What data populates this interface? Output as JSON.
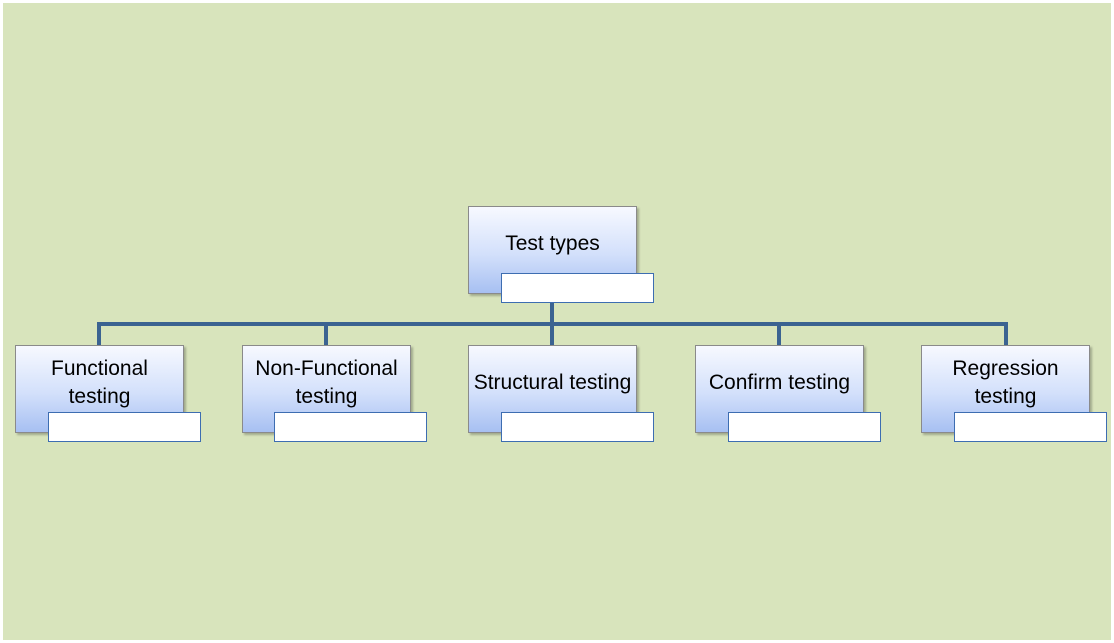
{
  "diagram": {
    "root": {
      "label": "Test types"
    },
    "children": [
      {
        "label": "Functional testing"
      },
      {
        "label": "Non-Functional testing"
      },
      {
        "label": "Structural testing"
      },
      {
        "label": "Confirm testing"
      },
      {
        "label": "Regression testing"
      }
    ],
    "colors": {
      "background": "#d8e4bc",
      "connector": "#3b6391",
      "box_gradient_top": "#f7f9ff",
      "box_gradient_bottom": "#a7c0f2",
      "subbox_border": "#3d6db1"
    }
  }
}
